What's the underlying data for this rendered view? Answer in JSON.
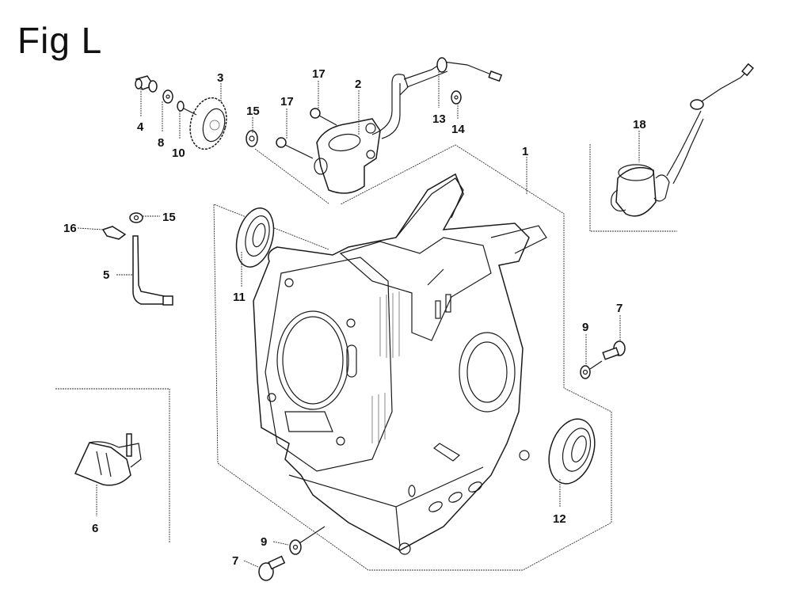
{
  "figure": {
    "title": "Fig L",
    "callouts": [
      {
        "id": "c1",
        "number": "1"
      },
      {
        "id": "c2",
        "number": "2"
      },
      {
        "id": "c3",
        "number": "3"
      },
      {
        "id": "c4",
        "number": "4"
      },
      {
        "id": "c5",
        "number": "5"
      },
      {
        "id": "c6",
        "number": "6"
      },
      {
        "id": "c7a",
        "number": "7"
      },
      {
        "id": "c7b",
        "number": "7"
      },
      {
        "id": "c8",
        "number": "8"
      },
      {
        "id": "c9a",
        "number": "9"
      },
      {
        "id": "c9b",
        "number": "9"
      },
      {
        "id": "c10",
        "number": "10"
      },
      {
        "id": "c11",
        "number": "11"
      },
      {
        "id": "c12",
        "number": "12"
      },
      {
        "id": "c13",
        "number": "13"
      },
      {
        "id": "c14",
        "number": "14"
      },
      {
        "id": "c15a",
        "number": "15"
      },
      {
        "id": "c15b",
        "number": "15"
      },
      {
        "id": "c16",
        "number": "16"
      },
      {
        "id": "c17a",
        "number": "17"
      },
      {
        "id": "c17b",
        "number": "17"
      },
      {
        "id": "c18",
        "number": "18"
      }
    ]
  }
}
